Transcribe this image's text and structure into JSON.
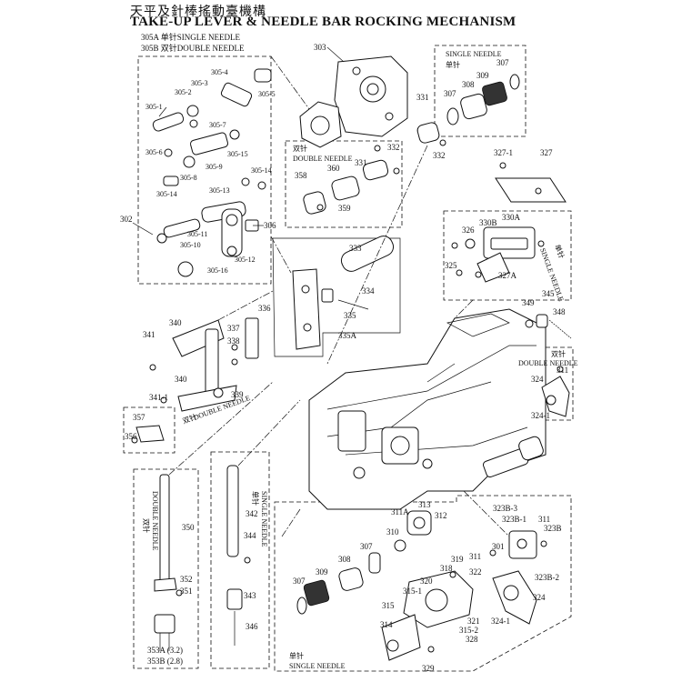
{
  "title": {
    "cn": "天平及針棒搖動臺機構",
    "en": "TAKE-UP LEVER & NEEDLE BAR ROCKING MECHANISM"
  },
  "groups": {
    "g305a": "305A 单针SINGLE NEEDLE",
    "g305b": "305B 双针DOUBLE NEEDLE",
    "single_top_cn": "SINGLE NEEDLE",
    "single_top_cn2": "单针",
    "double_mid_cn": "双针",
    "double_mid_en": "DOUBLE NEEDLE",
    "right_single_cn": "单针",
    "right_single_en": "SINGLE NEEDLE",
    "right_double_en": "DOUBLE NEEDLE",
    "right_double_cn": "双针",
    "left_double_cn": "双针",
    "left_double_en": "DOUBLE NEEDLE",
    "col_double_cn": "双针",
    "col_double_en": "DOUBLE NEEDLE",
    "col_single_cn": "单针",
    "col_single_en": "SINGLE NEEDLE",
    "bottom_single_cn": "单针",
    "bottom_single_en": "SINGLE NEEDLE"
  },
  "labels": {
    "l303": "303",
    "l305_1": "305-1",
    "l305_2": "305-2",
    "l305_3": "305-3",
    "l305_4": "305-4",
    "l305_5": "305-5",
    "l305_6": "305-6",
    "l305_7": "305-7",
    "l305_8": "305-8",
    "l305_9": "305-9",
    "l305_10": "305-10",
    "l305_11": "305-11",
    "l305_12": "305-12",
    "l305_13": "305-13",
    "l305_14a": "305-14",
    "l305_14b": "305-14",
    "l305_15": "305-15",
    "l305_16": "305-16",
    "l302": "302",
    "l306": "306",
    "l307a": "307",
    "l307b": "307",
    "l308": "308",
    "l309": "309",
    "l331": "331",
    "l332a": "332",
    "l332b": "332",
    "l331b": "331",
    "l358": "358",
    "l359": "359",
    "l360": "360",
    "l327_1": "327-1",
    "l327": "327",
    "l326": "326",
    "l330b": "330B",
    "l330a": "330A",
    "l325": "325",
    "l327a": "327A",
    "l333": "333",
    "l334": "334",
    "l335": "335",
    "l335a": "335A",
    "l336": "336",
    "l337": "337",
    "l338": "338",
    "l340a": "340",
    "l340b": "340",
    "l341": "341",
    "l341_1": "341-1",
    "l339": "339",
    "l357": "357",
    "l356": "356",
    "l349": "349",
    "l345": "345",
    "l348": "348",
    "l324a": "324",
    "l311a": "311",
    "l324_1a": "324-1",
    "l350": "350",
    "l352": "352",
    "l351": "351",
    "l353": "353A (3.2)",
    "l353b": "353B (2.8)",
    "l342": "342",
    "l344": "344",
    "l343": "343",
    "l346": "346",
    "l313": "313",
    "l311b": "311A",
    "l312": "312",
    "l310": "310",
    "l307c": "307",
    "l308b": "308",
    "l309b": "309",
    "l307d": "307",
    "l318": "318",
    "l319": "319",
    "l322": "322",
    "l320": "320",
    "l315_1": "315-1",
    "l315": "315",
    "l321": "321",
    "l315_2": "315-2",
    "l314": "314",
    "l328": "328",
    "l329": "329",
    "l323b_3": "323B-3",
    "l323b_1": "323B-1",
    "l311c": "311",
    "l323b": "323B",
    "l311d": "311",
    "l301": "301",
    "l323b_2": "323B-2",
    "l324b": "324",
    "l324_1b": "324-1"
  }
}
